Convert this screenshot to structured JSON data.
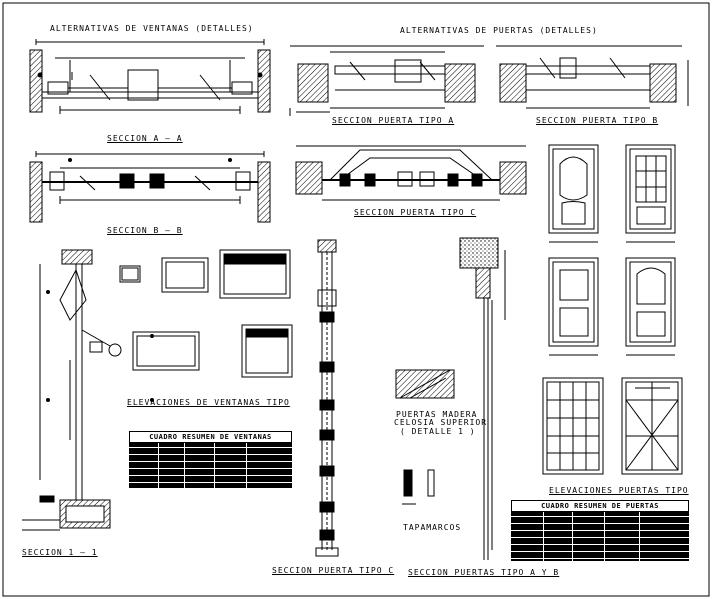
{
  "titles": {
    "windows_details": "ALTERNATIVAS DE VENTANAS (DETALLES)",
    "doors_details": "ALTERNATIVAS DE PUERTAS (DETALLES)"
  },
  "labels": {
    "seccion_a": "SECCION A — A",
    "seccion_b": "SECCION B — B",
    "puerta_tipo_a": "SECCION PUERTA TIPO A",
    "puerta_tipo_b": "SECCION PUERTA TIPO B",
    "puerta_tipo_c_top": "SECCION PUERTA TIPO C",
    "elevaciones_ventanas": "ELEVACIONES DE VENTANAS TIPO",
    "seccion_1": "SECCION 1 — 1",
    "puerta_tipo_c_bottom": "SECCION PUERTA TIPO C",
    "puertas_a_y_b": "SECCION PUERTAS TIPO A Y B",
    "elevaciones_puertas": "ELEVACIONES PUERTAS TIPO",
    "tapamarcos": "TAPAMARCOS",
    "detalle_1_line1": "PUERTAS MADERA",
    "detalle_1_line2": "CELOSIA SUPERIOR",
    "detalle_1_line3": "( DETALLE 1 )"
  },
  "tables": {
    "ventanas_title": "CUADRO RESUMEN DE VENTANAS",
    "puertas_title": "CUADRO RESUMEN DE PUERTAS"
  }
}
